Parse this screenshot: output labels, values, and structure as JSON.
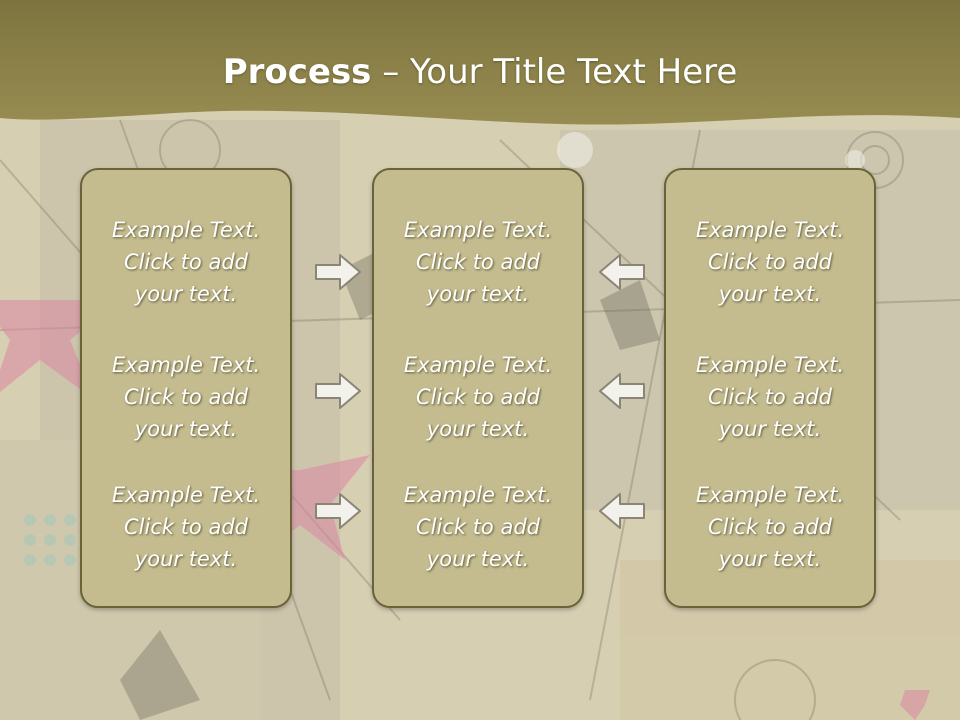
{
  "slide": {
    "title_bold": "Process",
    "title_rest": " – Your Title Text Here"
  },
  "columns": [
    {
      "blocks": [
        {
          "lines": [
            "Example Text.",
            "Click  to add",
            "your text."
          ]
        },
        {
          "lines": [
            "Example Text.",
            "Click  to add",
            "your text."
          ]
        },
        {
          "lines": [
            "Example Text.",
            "Click  to add",
            "your text."
          ]
        }
      ]
    },
    {
      "blocks": [
        {
          "lines": [
            "Example Text.",
            "Click  to add",
            "your text."
          ]
        },
        {
          "lines": [
            "Example Text.",
            "Click  to add",
            "your text."
          ]
        },
        {
          "lines": [
            "Example Text.",
            "Click  to add",
            "your text."
          ]
        }
      ]
    },
    {
      "blocks": [
        {
          "lines": [
            "Example Text.",
            "Click  to add",
            "your text."
          ]
        },
        {
          "lines": [
            "Example Text.",
            "Click  to add",
            "your text."
          ]
        },
        {
          "lines": [
            "Example Text.",
            "Click  to add",
            "your text."
          ]
        }
      ]
    }
  ],
  "arrows": {
    "left_group": [
      "arrow-right-icon",
      "arrow-right-icon",
      "arrow-right-icon"
    ],
    "right_group": [
      "arrow-left-icon",
      "arrow-left-icon",
      "arrow-left-icon"
    ]
  },
  "colors": {
    "title_band": "#8c8248",
    "panel_fill": "#c4bc8e",
    "panel_border": "#6a6238",
    "text": "#ffffff"
  }
}
